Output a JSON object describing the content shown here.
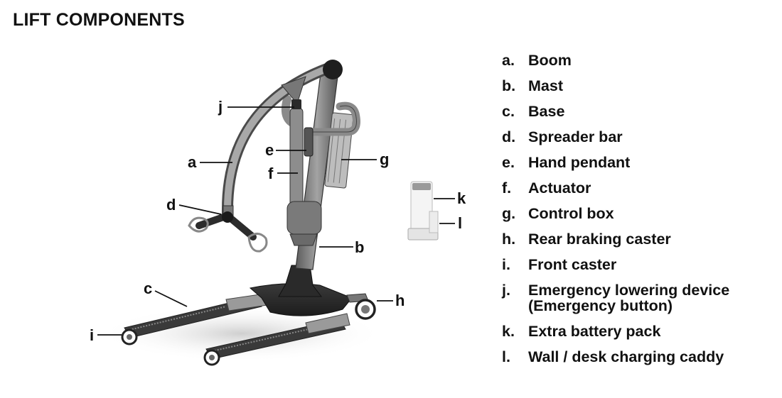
{
  "title": "LIFT COMPONENTS",
  "callouts": {
    "a": "a",
    "b": "b",
    "c": "c",
    "d": "d",
    "e": "e",
    "f": "f",
    "g": "g",
    "h": "h",
    "i": "i",
    "j": "j",
    "k": "k",
    "l": "l"
  },
  "legend": [
    {
      "letter": "a.",
      "label": "Boom"
    },
    {
      "letter": "b.",
      "label": "Mast"
    },
    {
      "letter": "c.",
      "label": "Base"
    },
    {
      "letter": "d.",
      "label": "Spreader bar"
    },
    {
      "letter": "e.",
      "label": "Hand pendant"
    },
    {
      "letter": "f.",
      "label": "Actuator"
    },
    {
      "letter": "g.",
      "label": "Control box"
    },
    {
      "letter": "h.",
      "label": "Rear braking caster"
    },
    {
      "letter": "i.",
      "label": "Front caster"
    },
    {
      "letter": "j.",
      "label": "Emergency lowering device",
      "label2": "(Emergency button)"
    },
    {
      "letter": "k.",
      "label": "Extra battery pack"
    },
    {
      "letter": "l.",
      "label": "Wall / desk charging caddy"
    }
  ],
  "colors": {
    "frame_light": "#9a9a9a",
    "frame_mid": "#6e6e6e",
    "frame_dark": "#2e2e2e",
    "battery": "#f2f2f2"
  }
}
